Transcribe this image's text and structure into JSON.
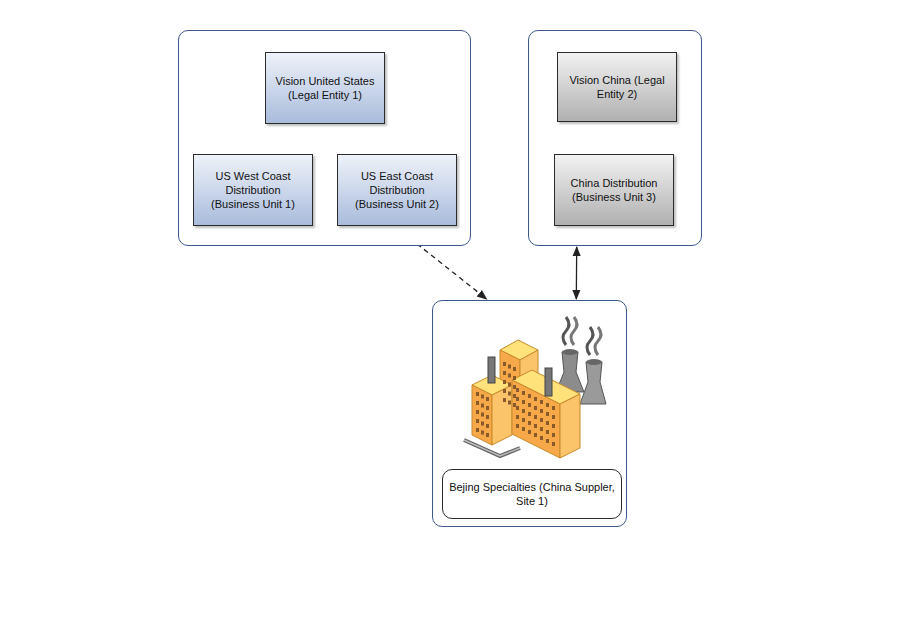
{
  "diagram": {
    "nodes": [
      {
        "text": []
      },
      {
        "text": [
          "Vision United States (Legal Entity 1)"
        ],
        "in": 0
      },
      {
        "text": [
          "US West Coast Distribution (Business Unit 1)"
        ],
        "in": 0
      },
      {
        "text": [
          "US East Coast Distribution (Business Unit 2)"
        ],
        "in": 0
      },
      {
        "text": []
      },
      {
        "text": [
          "Vision China (Legal Entity 2)"
        ],
        "in": 4
      },
      {
        "text": [
          "China Distribution (Business Unit 3)"
        ],
        "in": 4
      },
      {
        "text": []
      },
      {
        "text": [
          "Bejing Specialties (China Suppler, Site 1)"
        ],
        "in": 7
      }
    ],
    "edges": [
      {
        "from": 3,
        "to": 7,
        "arrow": "to"
      },
      {
        "from": 4,
        "to": 7,
        "arrow": "both"
      }
    ]
  }
}
